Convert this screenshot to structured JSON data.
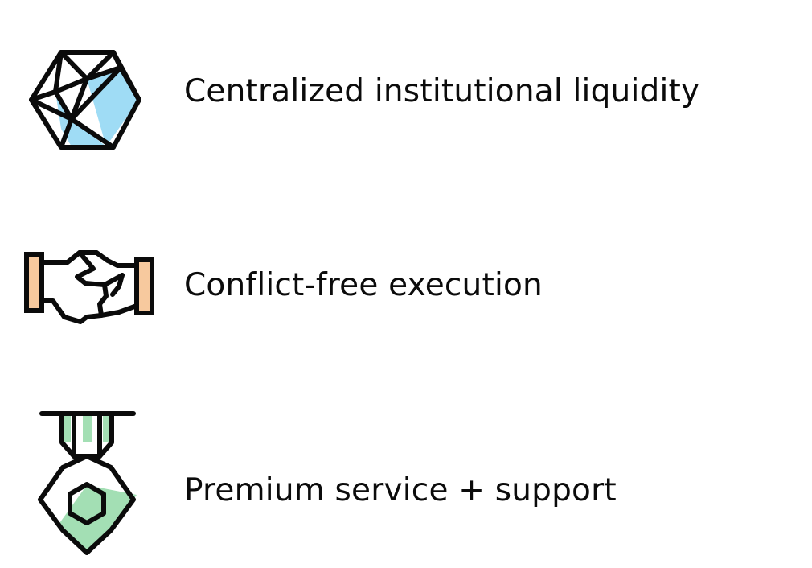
{
  "features": [
    {
      "icon": "polyhedron-gem-icon",
      "label": "Centralized institutional liquidity",
      "accent_color": "#9fdcf5"
    },
    {
      "icon": "handshake-icon",
      "label": "Conflict-free execution",
      "accent_color": "#f7c99e"
    },
    {
      "icon": "medal-icon",
      "label": "Premium service + support",
      "accent_color": "#a3dfb4"
    }
  ]
}
